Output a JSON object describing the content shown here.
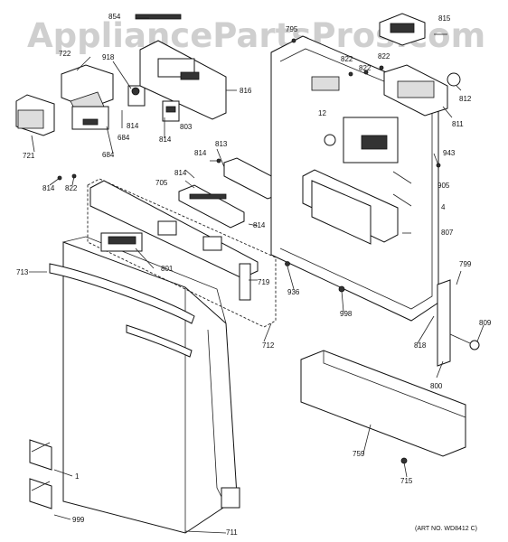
{
  "watermark": "AppliancePartsPros.com",
  "art_number": "(ART NO. WD8412 C)",
  "callouts": {
    "c854": "854",
    "c795": "795",
    "c815": "815",
    "c722": "722",
    "c918": "918",
    "c822a": "822",
    "c822b": "822",
    "c822c": "822",
    "c812": "812",
    "c816": "816",
    "c814a": "814",
    "c814b": "814",
    "c803": "803",
    "c811": "811",
    "c684a": "684",
    "c684b": "684",
    "c721": "721",
    "c12": "12",
    "c813": "813",
    "c943": "943",
    "c814c": "814",
    "c814d": "814",
    "c705": "705",
    "c905": "905",
    "c814e": "814",
    "c822d": "822",
    "c814f": "814",
    "c4": "4",
    "c807": "807",
    "c801": "801",
    "c713": "713",
    "c719": "719",
    "c936": "936",
    "c799": "799",
    "c998": "998",
    "c712": "712",
    "c818": "818",
    "c809": "809",
    "c800": "800",
    "c759": "759",
    "c1": "1",
    "c715": "715",
    "c999": "999",
    "c711": "711"
  }
}
